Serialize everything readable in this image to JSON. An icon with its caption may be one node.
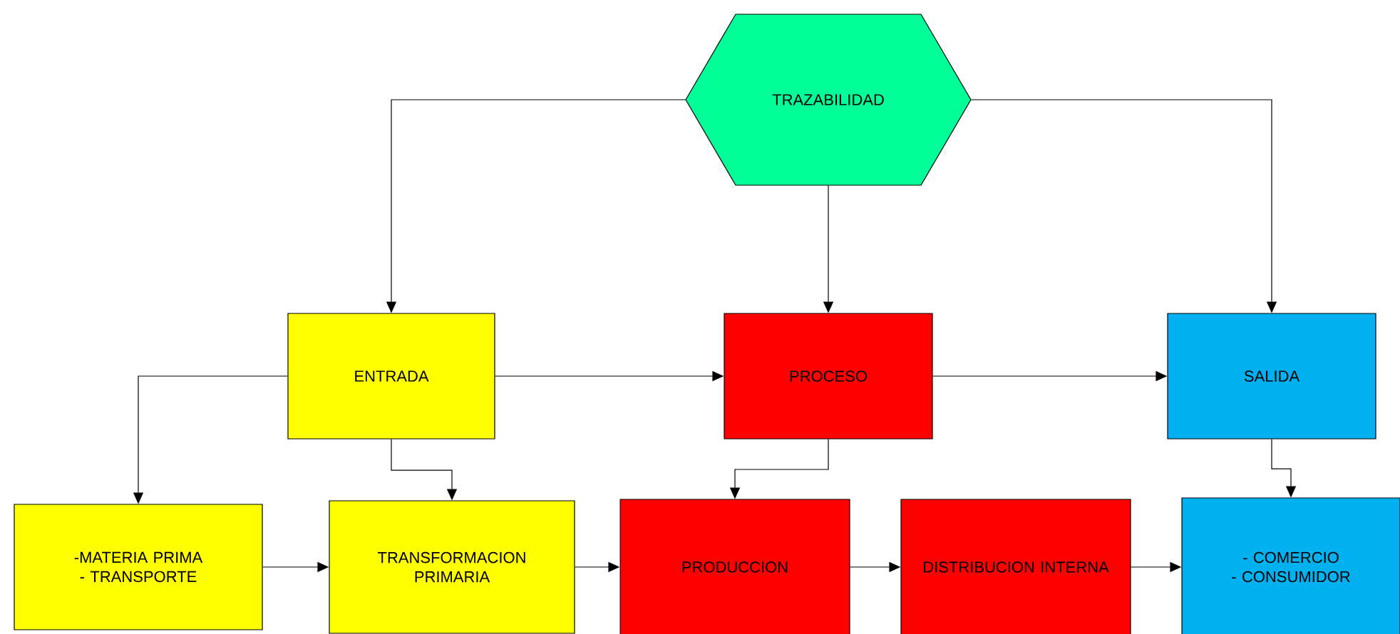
{
  "diagram": {
    "nodes": [
      {
        "text": [
          "TRAZABILIDAD"
        ]
      },
      {
        "text": [
          "ENTRADA"
        ]
      },
      {
        "text": [
          "PROCESO"
        ]
      },
      {
        "text": [
          "SALIDA"
        ]
      },
      {
        "text": [
          "-MATERIA PRIMA",
          "- TRANSPORTE"
        ]
      },
      {
        "text": [
          "TRANSFORMACION PRIMARIA"
        ]
      },
      {
        "text": [
          "PRODUCCION"
        ]
      },
      {
        "text": [
          "DISTRIBUCION INTERNA"
        ]
      },
      {
        "text": [
          "- COMERCIO",
          "- CONSUMIDOR"
        ]
      }
    ],
    "edges": [
      {
        "from": 0,
        "to": 1,
        "arrow": "to"
      },
      {
        "from": 0,
        "to": 2,
        "arrow": "to"
      },
      {
        "from": 0,
        "to": 3,
        "arrow": "to"
      },
      {
        "from": 1,
        "to": 2,
        "arrow": "to"
      },
      {
        "from": 2,
        "to": 3,
        "arrow": "to"
      },
      {
        "from": 1,
        "to": 4,
        "arrow": "to"
      },
      {
        "from": 1,
        "to": 5,
        "arrow": "to"
      },
      {
        "from": 2,
        "to": 6,
        "arrow": "to"
      },
      {
        "from": 3,
        "to": 8,
        "arrow": "to"
      },
      {
        "from": 4,
        "to": 5,
        "arrow": "to"
      },
      {
        "from": 5,
        "to": 6,
        "arrow": "to"
      },
      {
        "from": 6,
        "to": 7,
        "arrow": "to"
      },
      {
        "from": 7,
        "to": 8,
        "arrow": "to"
      }
    ]
  }
}
